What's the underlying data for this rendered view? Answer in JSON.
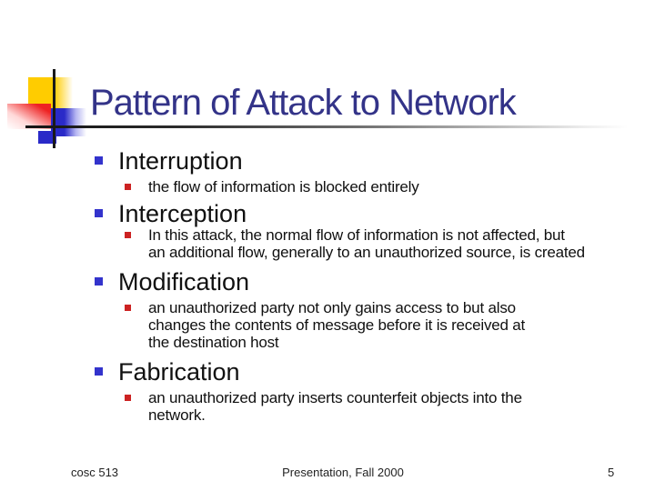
{
  "slide": {
    "title": "Pattern of Attack to Network",
    "sections": [
      {
        "heading": "Interruption",
        "desc_lines": [
          "the flow of information is blocked entirely"
        ]
      },
      {
        "heading": "Interception",
        "desc_lines": [
          "In this attack, the normal flow of information is not affected, but",
          "an additional flow, generally to an unauthorized source, is created"
        ]
      },
      {
        "heading": "Modification",
        "desc_lines": [
          "an unauthorized party not only gains access to but also",
          "changes the contents of message before it is received at",
          "the destination host"
        ]
      },
      {
        "heading": "Fabrication",
        "desc_lines": [
          "an unauthorized party inserts counterfeit objects into the",
          "network."
        ]
      }
    ],
    "footer": {
      "left": "cosc 513",
      "center": "Presentation, Fall 2000",
      "page_number": "5"
    },
    "colors": {
      "title_text": "#333388",
      "heading_bullet_blue": "#3333cc",
      "sub_bullet_red": "#cc2222",
      "accent_yellow": "#ffcc00",
      "accent_red": "#ee2222",
      "accent_blue": "#2a2ac8"
    }
  }
}
